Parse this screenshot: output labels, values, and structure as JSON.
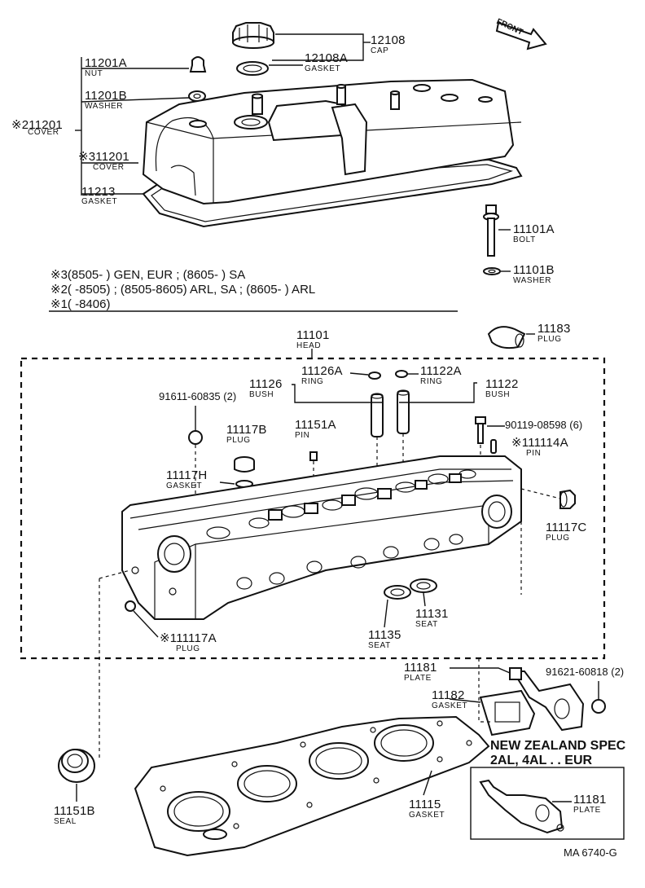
{
  "cover_parts": {
    "cap_no": "12108",
    "cap_name": "CAP",
    "gasket_no": "12108A",
    "gasket_name": "GASKET",
    "nut_no": "11201A",
    "nut_name": "NUT",
    "washer_no": "11201B",
    "washer_name": "WASHER",
    "cover2_no": "※211201",
    "cover2_name": "COVER",
    "cover3_no": "※311201",
    "cover3_name": "COVER",
    "cover_gasket_no": "11213",
    "cover_gasket_name": "GASKET",
    "bolt_no": "11101A",
    "bolt_name": "BOLT",
    "bolt_washer_no": "11101B",
    "bolt_washer_name": "WASHER",
    "front_label": "FRONT"
  },
  "notes": {
    "note3": "※3(8505-        ) GEN, EUR ; (8605-        ) SA",
    "note2": "※2(        -8505) ; (8505-8605) ARL, SA ; (8605-        ) ARL",
    "note1": "※1(        -8406)"
  },
  "head_parts": {
    "head_no": "11101",
    "head_name": "HEAD",
    "plug_11183_no": "11183",
    "plug_11183_name": "PLUG",
    "ring_a_no": "11126A",
    "ring_a_name": "RING",
    "ring_b_no": "11122A",
    "ring_b_name": "RING",
    "bush_a_no": "11126",
    "bush_a_name": "BUSH",
    "bush_b_no": "11122",
    "bush_b_name": "BUSH",
    "stud_no": "91611-60835 (2)",
    "plug_b_no": "11117B",
    "plug_b_name": "PLUG",
    "pin_a_no": "11151A",
    "pin_a_name": "PIN",
    "bolt_90119_no": "90119-08598 (6)",
    "pin_b_no": "※111114A",
    "pin_b_name": "PIN",
    "gasket_h_no": "11117H",
    "gasket_h_name": "GASKET",
    "plug_c_no": "11117C",
    "plug_c_name": "PLUG",
    "plug_a_no": "※111117A",
    "plug_a_name": "PLUG",
    "seat_1_no": "11131",
    "seat_1_name": "SEAT",
    "seat_2_no": "11135",
    "seat_2_name": "SEAT",
    "plate_no": "11181",
    "plate_name": "PLATE",
    "stud_plate_no": "91621-60818 (2)",
    "plate_gasket_no": "11182",
    "plate_gasket_name": "GASKET",
    "seal_no": "11151B",
    "seal_name": "SEAL",
    "head_gasket_no": "11115",
    "head_gasket_name": "GASKET"
  },
  "nz_box": {
    "title_1": "NEW ZEALAND SPEC",
    "title_2": "2AL, 4AL . . EUR",
    "plate_no": "11181",
    "plate_name": "PLATE"
  },
  "footer": {
    "code": "MA 6740-G"
  }
}
